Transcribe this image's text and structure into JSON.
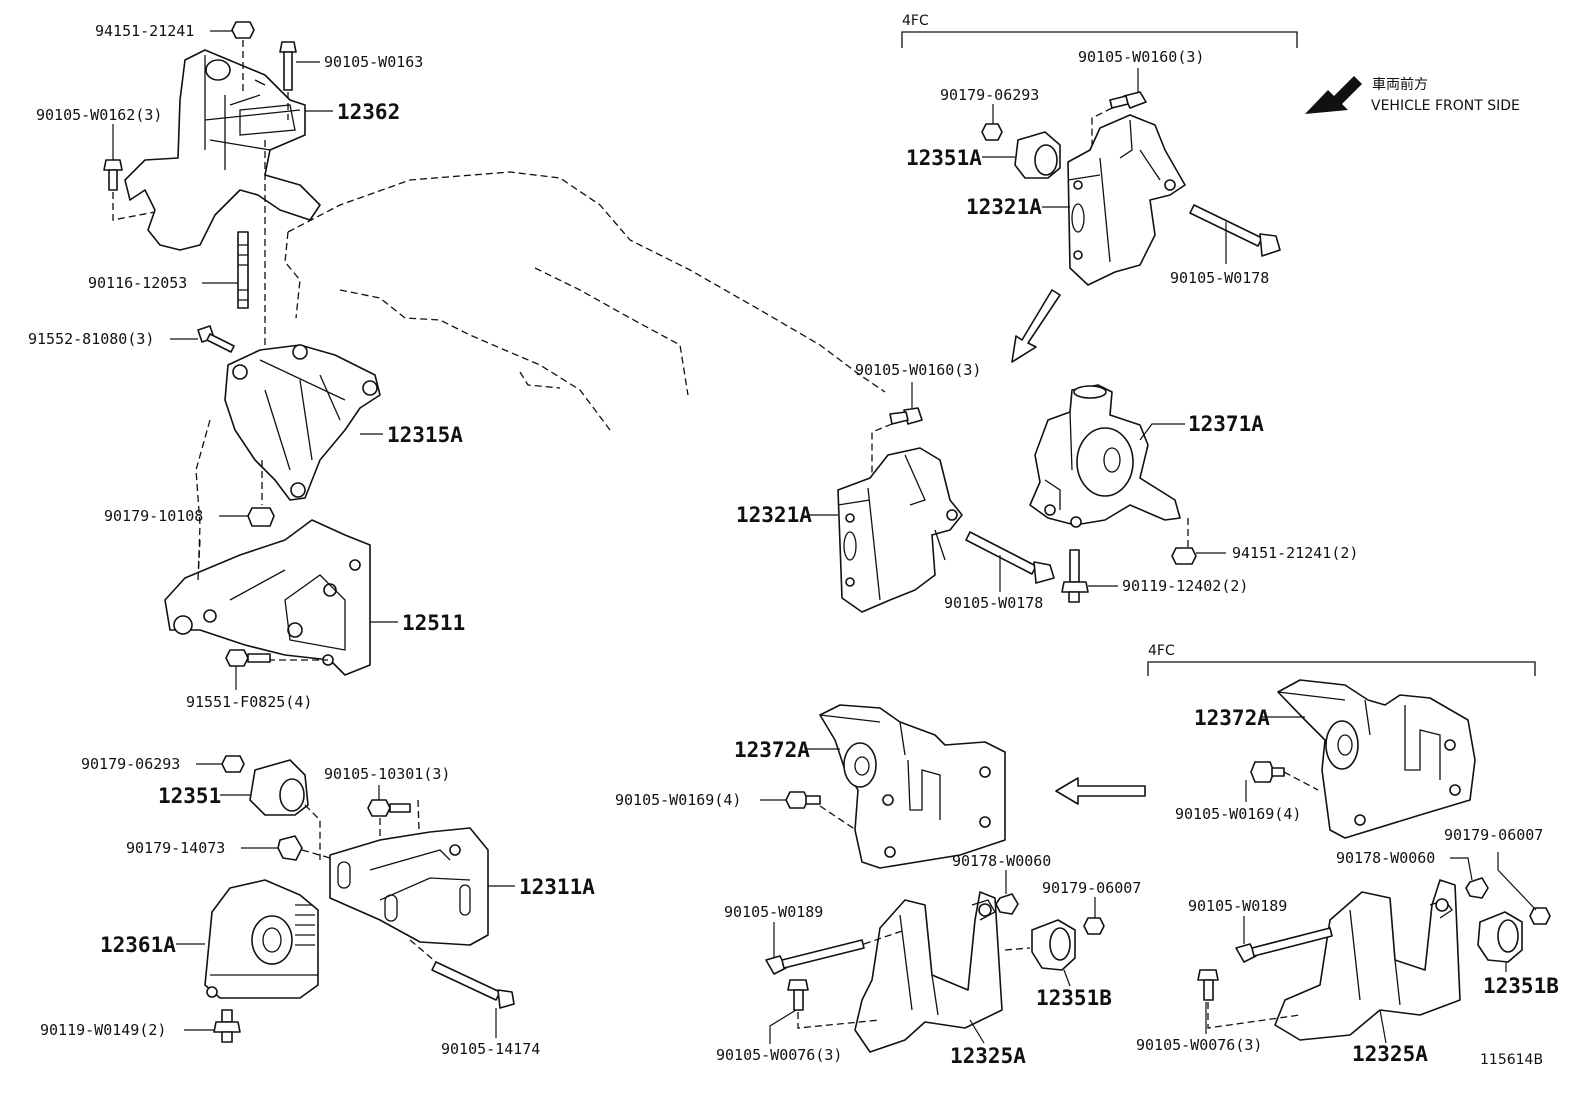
{
  "labels": {
    "p94151_21241": "94151-21241",
    "p90105_W0163": "90105-W0163",
    "p90105_W0162_3": "90105-W0162(3)",
    "p12362": "12362",
    "p90116_12053": "90116-12053",
    "p91552_81080_3": "91552-81080(3)",
    "p12315A": "12315A",
    "p90179_10108": "90179-10108",
    "p12511": "12511",
    "p91551_F0825_4": "91551-F0825(4)",
    "p90179_06293_l": "90179-06293",
    "p12351_l": "12351",
    "p90105_10301_3": "90105-10301(3)",
    "p90179_14073": "90179-14073",
    "p12311A": "12311A",
    "p12361A": "12361A",
    "p90119_W0149_2": "90119-W0149(2)",
    "p90105_14174": "90105-14174",
    "p4FC_top": "4FC",
    "p90105_W0160_3_top": "90105-W0160(3)",
    "p90179_06293_r": "90179-06293",
    "p12351A": "12351A",
    "p12321A_top": "12321A",
    "p90105_W0178_top": "90105-W0178",
    "p90105_W0160_3_mid": "90105-W0160(3)",
    "p12371A": "12371A",
    "p12321A_mid": "12321A",
    "p94151_21241_2": "94151-21241(2)",
    "p90105_W0178_mid": "90105-W0178",
    "p90119_12402_2": "90119-12402(2)",
    "p4FC_bottom": "4FC",
    "p12372A_right": "12372A",
    "p90105_W0169_4_right": "90105-W0169(4)",
    "p90179_06007_right": "90179-06007",
    "p90178_W0060_right": "90178-W0060",
    "p90105_W0189_right": "90105-W0189",
    "p12351B_right": "12351B",
    "p90105_W0076_3_right": "90105-W0076(3)",
    "p12325A_right": "12325A",
    "p12372A_mid": "12372A",
    "p90105_W0169_4_mid": "90105-W0169(4)",
    "p90178_W0060_mid": "90178-W0060",
    "p90179_06007_mid": "90179-06007",
    "p90105_W0189_mid": "90105-W0189",
    "p12351B_mid": "12351B",
    "p90105_W0076_3_mid": "90105-W0076(3)",
    "p12325A_mid": "12325A",
    "vehicle_front_jp": "車両前方",
    "vehicle_front_en": "VEHICLE FRONT SIDE",
    "diagram_id": "115614B"
  },
  "colors": {
    "ink": "#111111",
    "paper": "#ffffff"
  },
  "icons": {
    "front_arrow": "arrow-down-left-icon",
    "flow_arrow": "outline-arrow-icon"
  }
}
